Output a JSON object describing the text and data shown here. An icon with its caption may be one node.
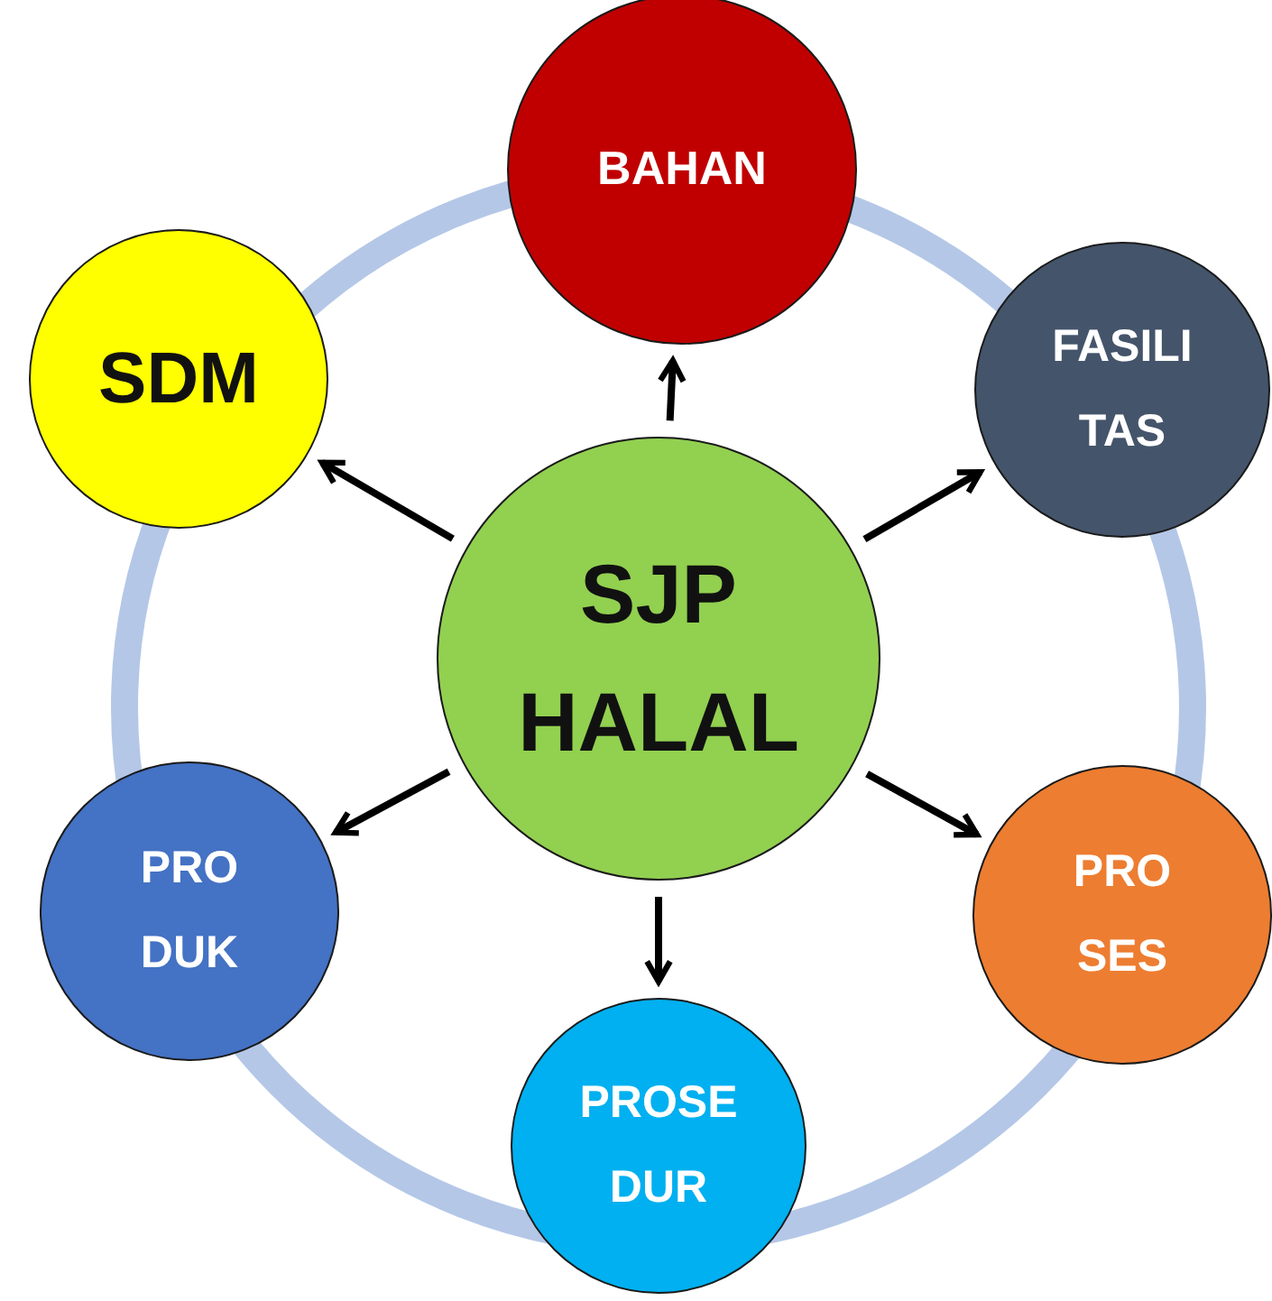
{
  "diagram": {
    "nodes": [
      {
        "text": [
          "SJP HALAL"
        ]
      },
      {
        "text": [
          "BAHAN"
        ]
      },
      {
        "text": [
          "SDM"
        ]
      },
      {
        "text": [
          "FASILI TAS"
        ]
      },
      {
        "text": [
          "PRO DUK"
        ]
      },
      {
        "text": [
          "PRO SES"
        ]
      },
      {
        "text": [
          "PROSE DUR"
        ]
      }
    ],
    "edges": [
      {
        "from": 0,
        "to": 1,
        "arrow": "to"
      },
      {
        "from": 0,
        "to": 2,
        "arrow": "to"
      },
      {
        "from": 0,
        "to": 3,
        "arrow": "to"
      },
      {
        "from": 0,
        "to": 4,
        "arrow": "to"
      },
      {
        "from": 0,
        "to": 5,
        "arrow": "to"
      },
      {
        "from": 0,
        "to": 6,
        "arrow": "to"
      }
    ]
  }
}
